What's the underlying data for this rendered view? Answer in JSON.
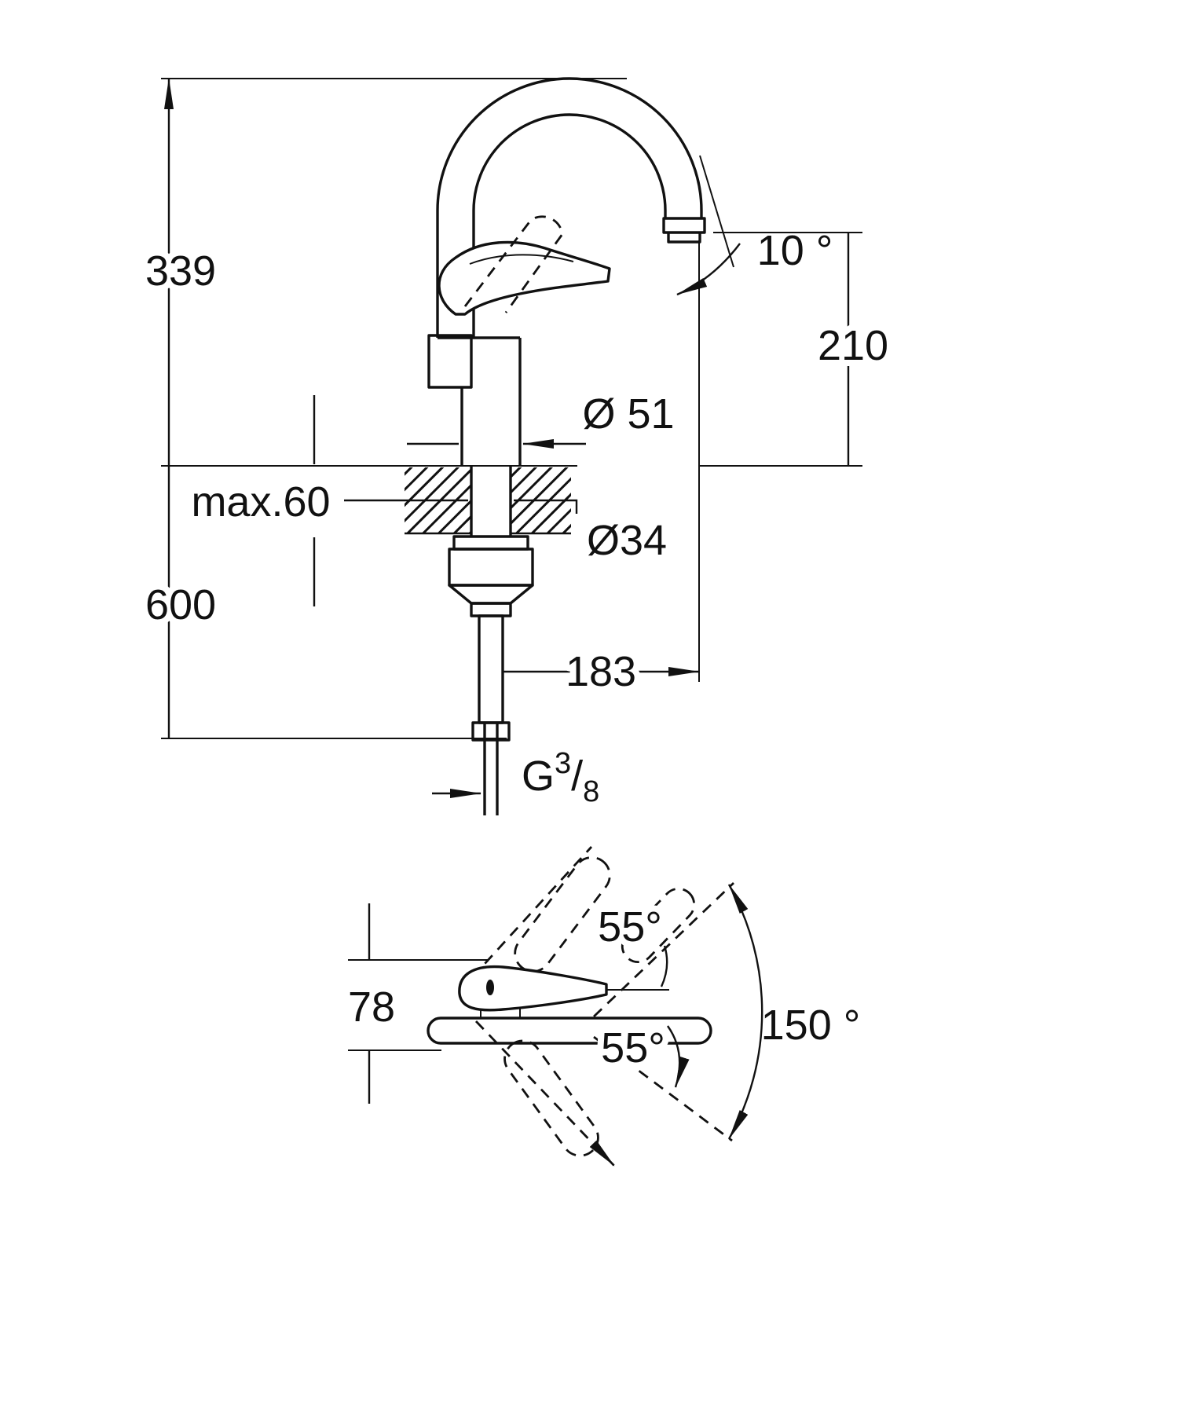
{
  "drawing": {
    "kind": "single-lever sink mixer dimensional drawing"
  },
  "front": {
    "labels": {
      "h339": "339",
      "h600": "600",
      "h210": "210",
      "a10": "10 °",
      "d51": "Ø 51",
      "max60": "max.60",
      "d34": "Ø34",
      "r183": "183",
      "gG": "G",
      "g3": "3",
      "gs": "/",
      "g8": "8"
    }
  },
  "top": {
    "labels": {
      "h78": "78",
      "a55t": "55°",
      "a55b": "55°",
      "a150": "150 °"
    }
  },
  "colors": {
    "line": "#111111",
    "background": "#ffffff"
  }
}
